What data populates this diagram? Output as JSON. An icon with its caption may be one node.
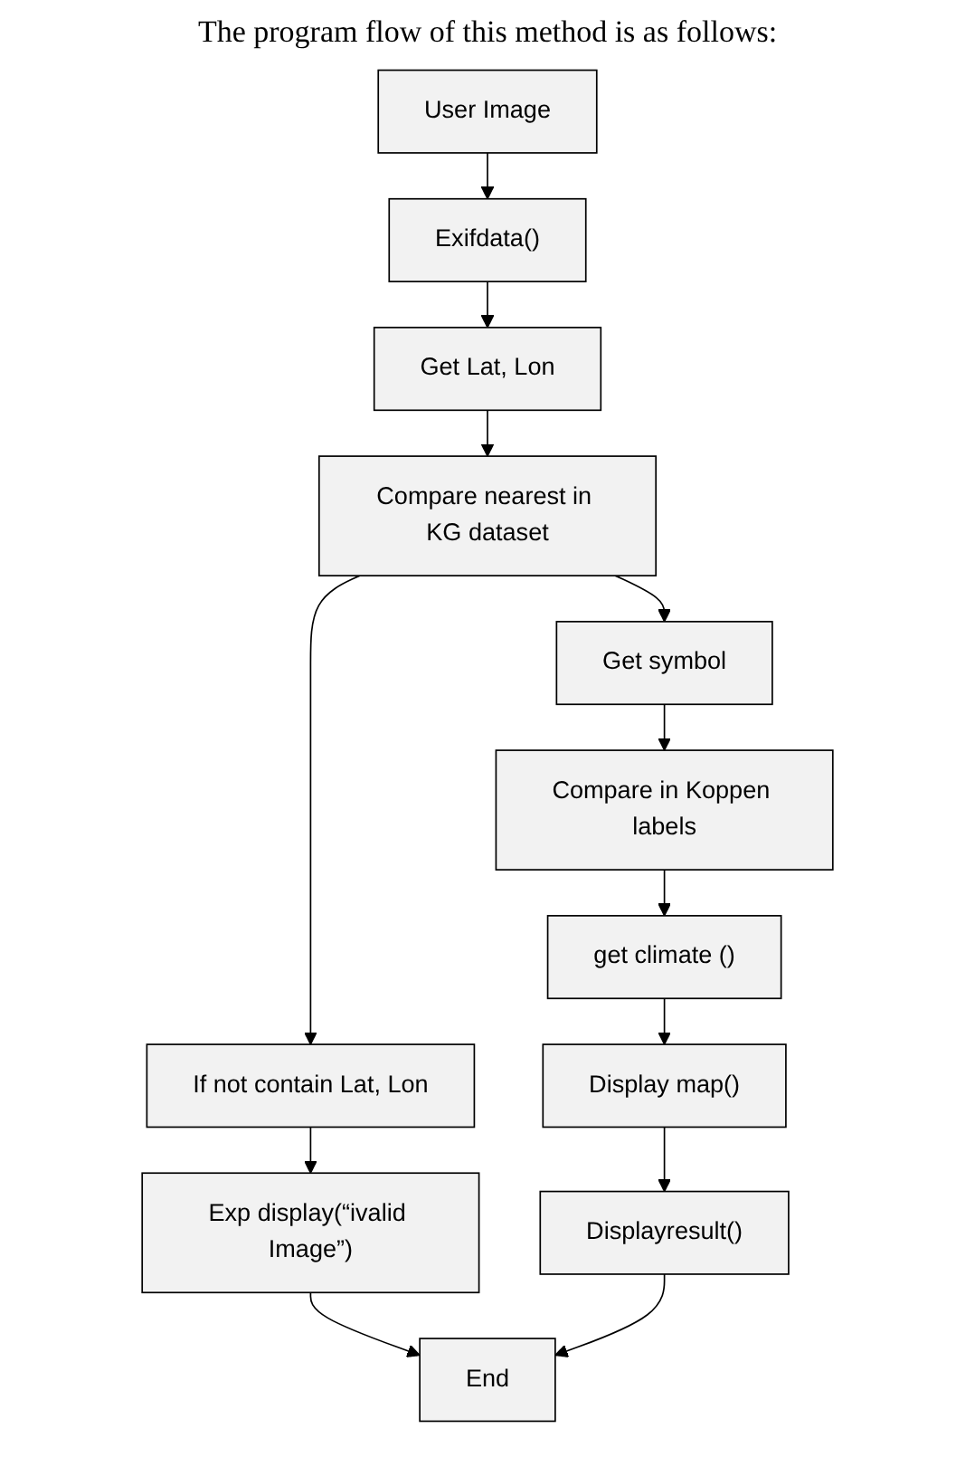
{
  "diagram": {
    "title": "The program flow of this method is as follows:",
    "nodes": [
      {
        "text": [
          "User Image"
        ]
      },
      {
        "text": [
          "Exifdata()"
        ]
      },
      {
        "text": [
          "Get Lat, Lon"
        ]
      },
      {
        "text": [
          "Compare nearest in KG dataset"
        ]
      },
      {
        "text": [
          "If not contain Lat, Lon"
        ]
      },
      {
        "text": [
          "Get symbol"
        ]
      },
      {
        "text": [
          "Exp display(“ivalid Image”)"
        ]
      },
      {
        "text": [
          "Compare in Koppen labels"
        ]
      },
      {
        "text": [
          "get climate ()"
        ]
      },
      {
        "text": [
          "Display map()"
        ]
      },
      {
        "text": [
          "Displayresult()"
        ]
      },
      {
        "text": [
          "End"
        ]
      }
    ],
    "edges": [
      {
        "from": 0,
        "to": 1,
        "arrow": "to"
      },
      {
        "from": 1,
        "to": 2,
        "arrow": "to"
      },
      {
        "from": 2,
        "to": 3,
        "arrow": "to"
      },
      {
        "from": 3,
        "to": 4,
        "arrow": "to"
      },
      {
        "from": 3,
        "to": 5,
        "arrow": "to"
      },
      {
        "from": 4,
        "to": 6,
        "arrow": "to"
      },
      {
        "from": 5,
        "to": 7,
        "arrow": "to"
      },
      {
        "from": 7,
        "to": 8,
        "arrow": "to"
      },
      {
        "from": 8,
        "to": 9,
        "arrow": "to"
      },
      {
        "from": 9,
        "to": 10,
        "arrow": "to"
      },
      {
        "from": 6,
        "to": 11,
        "arrow": "to"
      },
      {
        "from": 10,
        "to": 11,
        "arrow": "to"
      }
    ]
  }
}
